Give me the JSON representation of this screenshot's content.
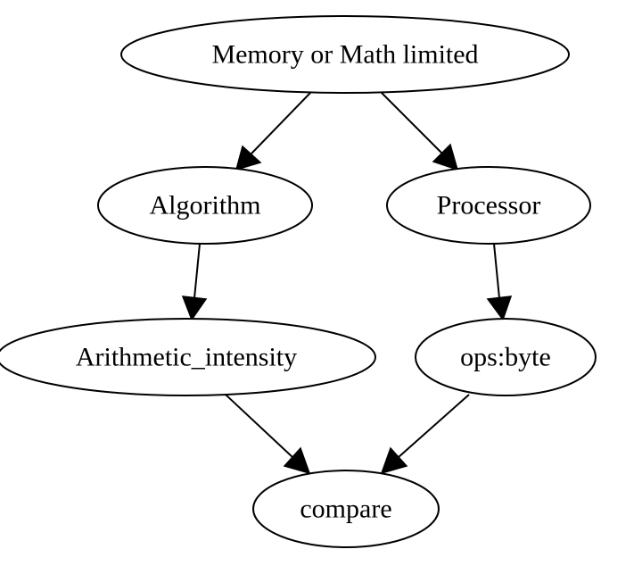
{
  "diagram": {
    "type": "directed-graph",
    "nodes": [
      {
        "id": "memory_or_math_limited",
        "label": "Memory or Math limited"
      },
      {
        "id": "algorithm",
        "label": "Algorithm"
      },
      {
        "id": "processor",
        "label": "Processor"
      },
      {
        "id": "arithmetic_intensity",
        "label": "Arithmetic_intensity"
      },
      {
        "id": "ops_byte",
        "label": "ops:byte"
      },
      {
        "id": "compare",
        "label": "compare"
      }
    ],
    "edges": [
      {
        "from": "memory_or_math_limited",
        "to": "algorithm"
      },
      {
        "from": "memory_or_math_limited",
        "to": "processor"
      },
      {
        "from": "algorithm",
        "to": "arithmetic_intensity"
      },
      {
        "from": "processor",
        "to": "ops_byte"
      },
      {
        "from": "arithmetic_intensity",
        "to": "compare"
      },
      {
        "from": "ops_byte",
        "to": "compare"
      }
    ]
  }
}
